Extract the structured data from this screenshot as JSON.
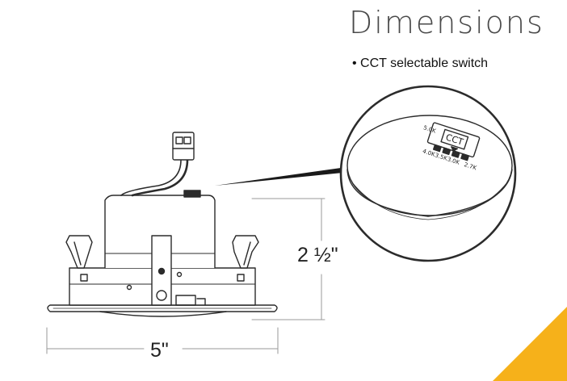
{
  "title": "Dimensions",
  "feature_label": "• CCT selectable switch",
  "dimensions": {
    "height": "2 ½\"",
    "width": "5\""
  },
  "switch": {
    "label": "CCT",
    "settings_top": [
      "5.0K",
      "3.5K",
      "3.0K",
      "2.7K"
    ],
    "settings_bottom": [
      "4.0K"
    ]
  },
  "colors": {
    "line": "#2b2b2b",
    "dim_line": "#9a9a9a",
    "accent": "#f6b11a"
  }
}
